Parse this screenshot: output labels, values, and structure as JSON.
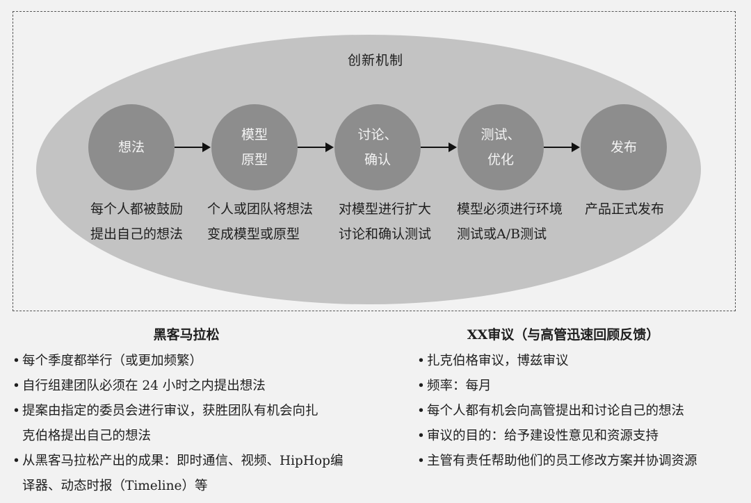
{
  "title": "创新机制",
  "stages": [
    {
      "label": [
        "想法"
      ],
      "desc": [
        "每个人都被鼓励",
        "提出自己的想法"
      ]
    },
    {
      "label": [
        "模型",
        "原型"
      ],
      "desc": [
        "个人或团队将想法",
        "变成模型或原型"
      ]
    },
    {
      "label": [
        "讨论、",
        "确认"
      ],
      "desc": [
        "对模型进行扩大",
        "讨论和确认测试"
      ]
    },
    {
      "label": [
        "测试、",
        "优化"
      ],
      "desc": [
        "模型必须进行环境",
        "测试或A/B测试"
      ]
    },
    {
      "label": [
        "发布"
      ],
      "desc": [
        "产品正式发布"
      ]
    }
  ],
  "left_section": {
    "heading": "黑客马拉松",
    "items": [
      [
        "每个季度都举行（或更加频繁）"
      ],
      [
        "自行组建团队必须在 24 小时之内提出想法"
      ],
      [
        "提案由指定的委员会进行审议，获胜团队有机会向扎",
        "克伯格提出自己的想法"
      ],
      [
        "从黑客马拉松产出的成果：即时通信、视频、HipHop编",
        "译器、动态时报（Timeline）等"
      ]
    ]
  },
  "right_section": {
    "heading": "XX审议（与高管迅速回顾反馈）",
    "items": [
      [
        "扎克伯格审议，博兹审议"
      ],
      [
        "频率：每月"
      ],
      [
        "每个人都有机会向高管提出和讨论自己的想法"
      ],
      [
        "审议的目的：给予建设性意见和资源支持"
      ],
      [
        "主管有责任帮助他们的员工修改方案并协调资源"
      ]
    ]
  }
}
